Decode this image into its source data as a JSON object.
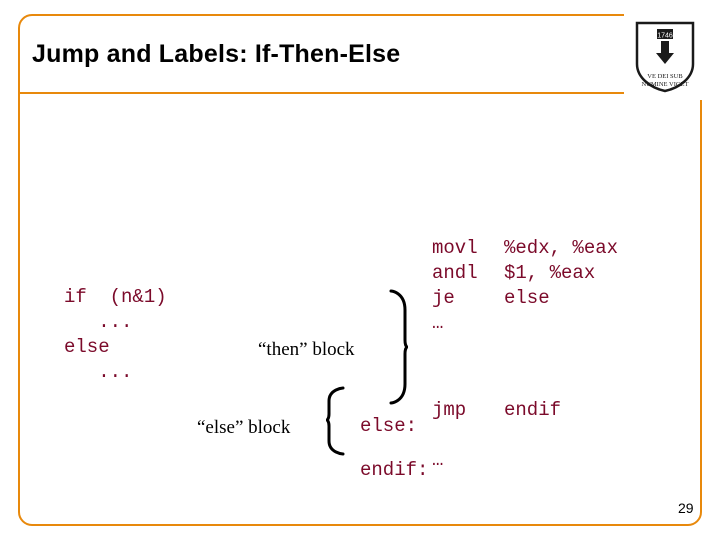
{
  "slide": {
    "title": "Jump and Labels: If-Then-Else",
    "number": "29",
    "accent_color": "#E8890C",
    "code_color": "#7B0A2A",
    "text_color": "#000000"
  },
  "crest": {
    "icon": "princeton-shield-icon",
    "motto": "VE DEI SUB NUMINE VIGET",
    "year": "1746"
  },
  "c_code": {
    "lines": [
      "if (n&1)",
      "   ...",
      "else",
      "   ..."
    ],
    "text": "if  (n&1)\n   ...\nelse\n   ..."
  },
  "assembly": {
    "top": {
      "ops": "movl\nandl\nje\n…",
      "args": "%edx, %eax\n$1, %eax\nelse",
      "rows": [
        {
          "op": "movl",
          "arg": "%edx, %eax"
        },
        {
          "op": "andl",
          "arg": "$1, %eax"
        },
        {
          "op": "je",
          "arg": "else"
        },
        {
          "op": "…",
          "arg": ""
        }
      ]
    },
    "bottom": {
      "ops": "jmp\n\n…",
      "args": "endif",
      "rows": [
        {
          "op": "jmp",
          "arg": "endif"
        },
        {
          "op": "…",
          "arg": ""
        }
      ]
    },
    "labels": {
      "else": "else:",
      "endif": "endif:"
    }
  },
  "annotations": {
    "then_block": "“then” block",
    "else_block": "“else” block"
  }
}
